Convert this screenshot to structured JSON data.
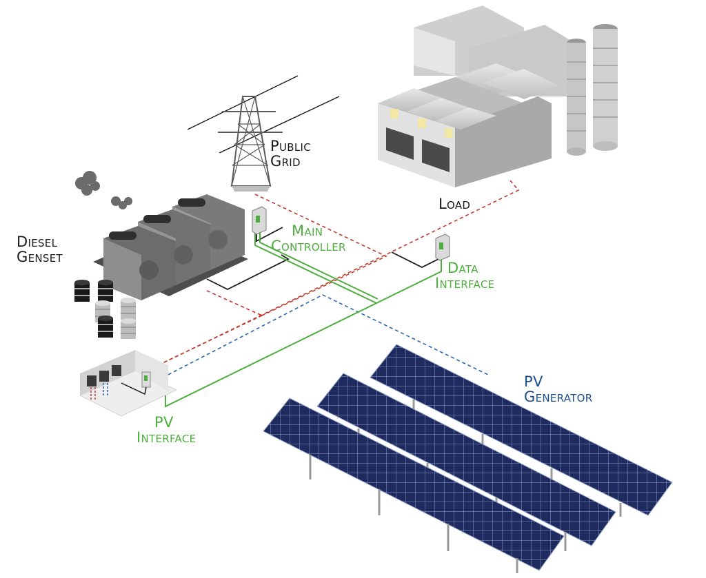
{
  "labels": {
    "public_grid": [
      "Public",
      "Grid"
    ],
    "load": [
      "Load"
    ],
    "diesel_genset": [
      "Diesel",
      "Genset"
    ],
    "main_controller": [
      "Main",
      "Controller"
    ],
    "data_interface": [
      "Data",
      "Interface"
    ],
    "pv_interface": [
      "PV",
      "Interface"
    ],
    "pv_generator": [
      "PV",
      "Generator"
    ]
  },
  "colors": {
    "control_line": "#4cae3c",
    "power_line": "#c0392b",
    "data_line": "#2a64b0",
    "wire": "#1a1a1a",
    "label_green": "#4cae3c",
    "label_blue": "#1d4f8c",
    "panel_fill": "#1e2a5c",
    "building_gray": "#d6d6d6"
  },
  "icons": [
    "transmission-tower-icon",
    "factory-icon",
    "diesel-generator-icon",
    "smoke-icon",
    "oil-barrel-icon",
    "controller-box-icon",
    "inverter-room-icon",
    "solar-panel-array-icon"
  ]
}
